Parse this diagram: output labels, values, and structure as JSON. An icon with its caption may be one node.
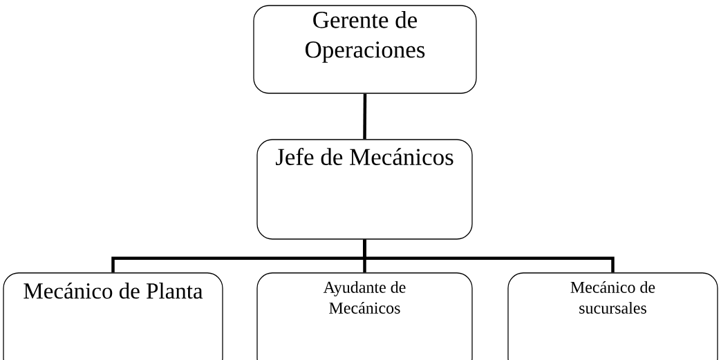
{
  "diagram": {
    "nodes": [
      {
        "text": [
          "Gerente de Operaciones"
        ]
      },
      {
        "text": [
          "Jefe de Mecánicos"
        ]
      },
      {
        "text": [
          "Mecánico de Planta"
        ]
      },
      {
        "text": [
          "Ayudante de Mecánicos"
        ]
      },
      {
        "text": [
          "Mecánico de sucursales"
        ]
      }
    ],
    "edges": [
      {
        "from": 0,
        "to": 1,
        "arrow": "none"
      },
      {
        "from": 1,
        "to": 2,
        "arrow": "none"
      },
      {
        "from": 1,
        "to": 3,
        "arrow": "none"
      },
      {
        "from": 1,
        "to": 4,
        "arrow": "none"
      }
    ]
  }
}
